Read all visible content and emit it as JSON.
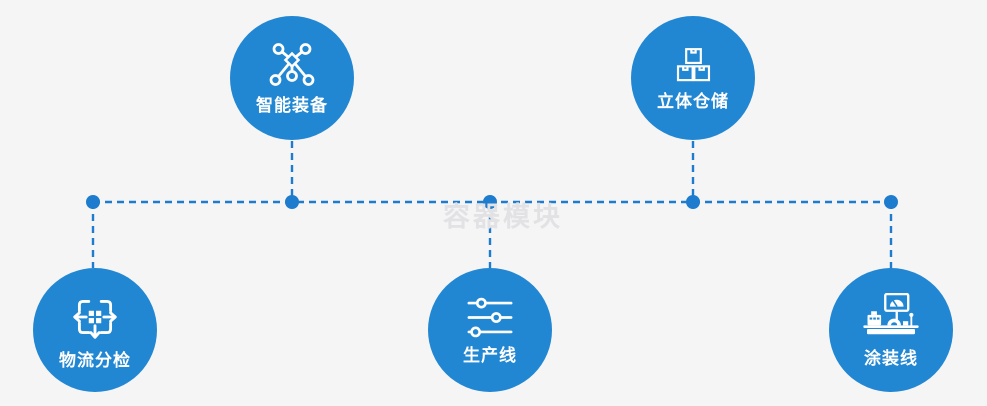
{
  "page": {
    "watermark": "容器模块"
  },
  "colors": {
    "background": "#f5f5f6",
    "node_fill": "#2287d3",
    "connector": "#1d7ccd",
    "label_text": "#ffffff",
    "watermark_text": "#e2e2e5"
  },
  "nodes": [
    {
      "id": "smart-equipment",
      "label": "智能装备",
      "icon": "network-nodes-icon",
      "row": "top"
    },
    {
      "id": "warehouse",
      "label": "立体仓储",
      "icon": "stacked-boxes-icon",
      "row": "top"
    },
    {
      "id": "logistics-sorting",
      "label": "物流分检",
      "icon": "sorting-arrows-icon",
      "row": "bottom"
    },
    {
      "id": "production-line",
      "label": "生产线",
      "icon": "sliders-icon",
      "row": "bottom"
    },
    {
      "id": "painting-line",
      "label": "涂装线",
      "icon": "machine-monitor-icon",
      "row": "bottom"
    }
  ]
}
